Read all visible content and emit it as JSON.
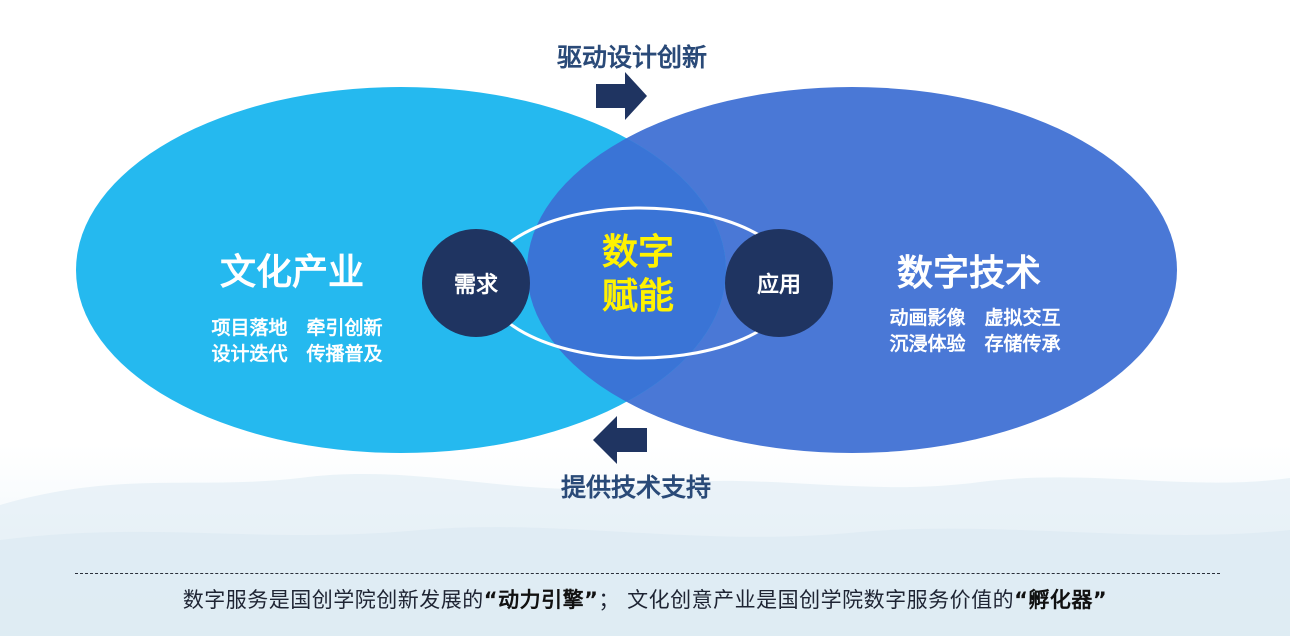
{
  "top_label": "驱动设计创新",
  "bottom_label": "提供技术支持",
  "left_ellipse": {
    "title": "文化产业",
    "lines": [
      "项目落地　牵引创新",
      "设计迭代　传播普及"
    ]
  },
  "right_ellipse": {
    "title": "数字技术",
    "lines": [
      "动画影像　虚拟交互",
      "沉浸体验　存储传承"
    ]
  },
  "center": {
    "line1": "数字",
    "line2": "赋能"
  },
  "left_node": "需求",
  "right_node": "应用",
  "caption": {
    "part1": "数字服务是国创学院创新发展的",
    "bold1": "“动力引擎”",
    "part2": "；  文化创意产业是国创学院数字服务价值的",
    "bold2": "“孵化器”"
  },
  "colors": {
    "left_ellipse": "#25b9ef",
    "right_ellipse": "#4672d4",
    "overlap": "#3a74d6",
    "node": "#1f3461",
    "arrow": "#1f3461",
    "label": "#2a4a78",
    "center_text": "#fff200"
  }
}
